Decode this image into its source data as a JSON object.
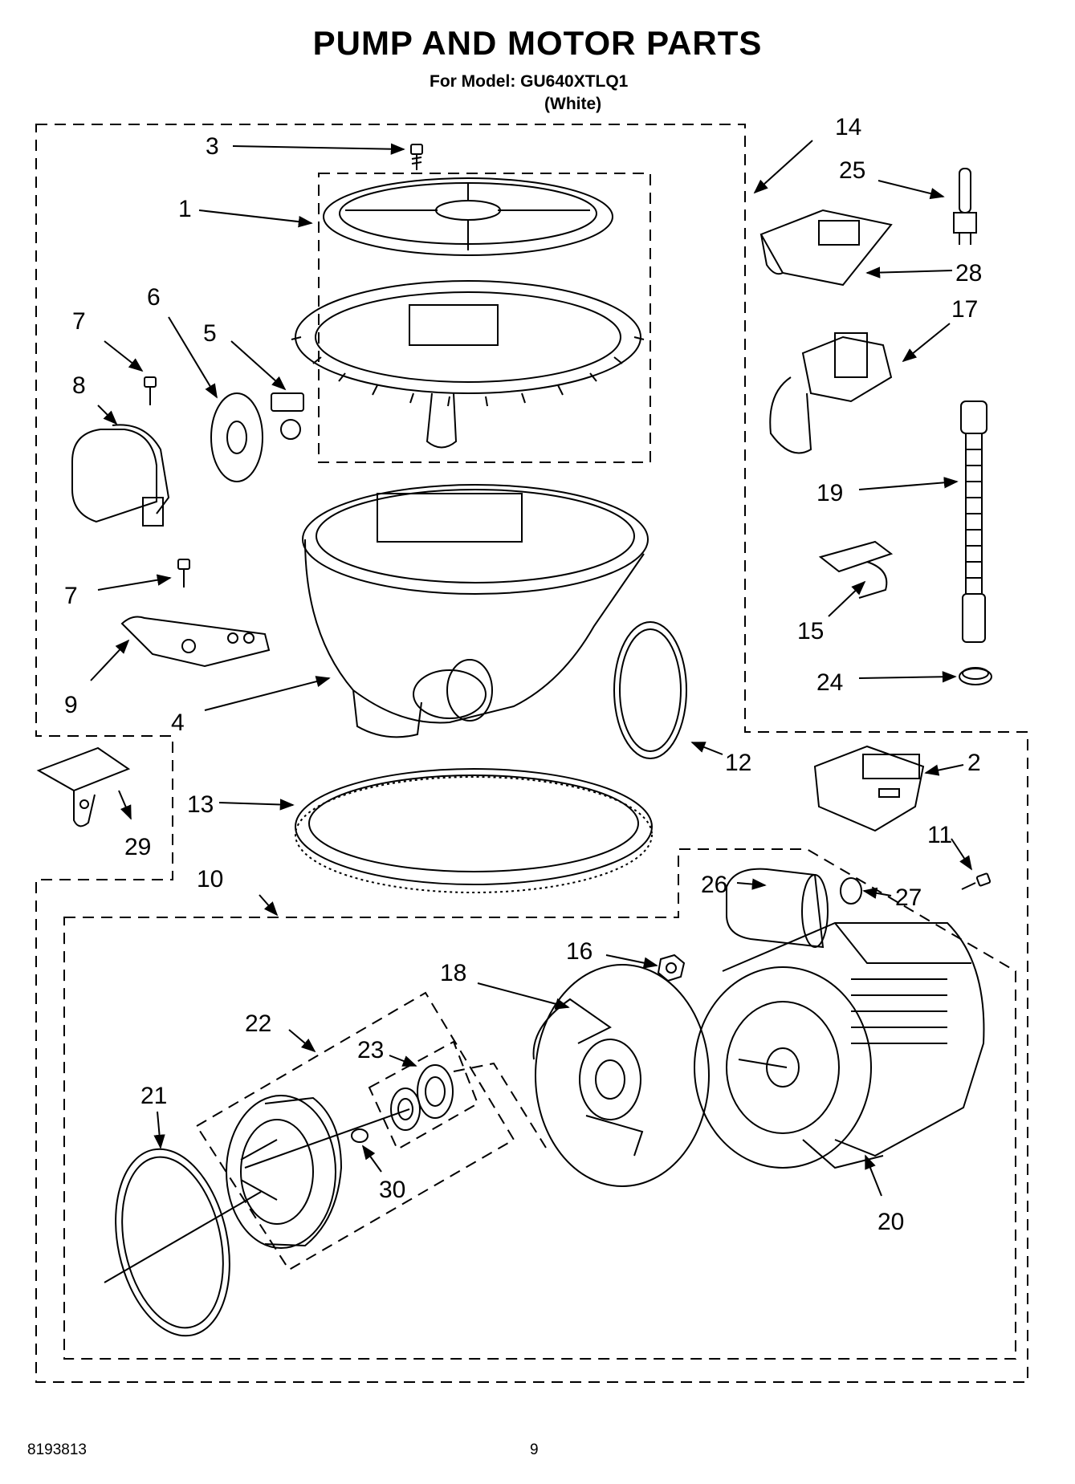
{
  "header": {
    "title": "PUMP AND MOTOR PARTS",
    "model_line": "For Model: GU640XTLQ1",
    "color_line": "(White)"
  },
  "footer": {
    "doc_number": "8193813",
    "page_number": "9"
  },
  "callouts": {
    "c1": "1",
    "c2": "2",
    "c3": "3",
    "c4": "4",
    "c5": "5",
    "c6": "6",
    "c7a": "7",
    "c7b": "7",
    "c8": "8",
    "c9": "9",
    "c10": "10",
    "c11": "11",
    "c12": "12",
    "c13": "13",
    "c14": "14",
    "c15": "15",
    "c16": "16",
    "c17": "17",
    "c18": "18",
    "c19": "19",
    "c20": "20",
    "c21": "21",
    "c22": "22",
    "c23": "23",
    "c24": "24",
    "c25": "25",
    "c26": "26",
    "c27": "27",
    "c28": "28",
    "c29": "29",
    "c30": "30"
  }
}
